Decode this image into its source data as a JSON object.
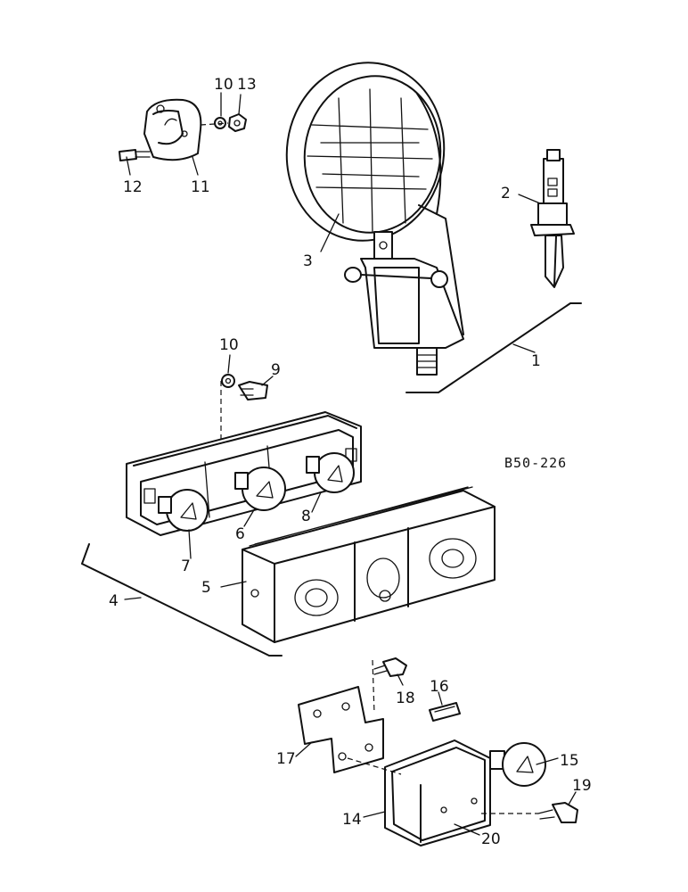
{
  "diagram_code": "B50-226",
  "callouts": {
    "c1": "1",
    "c2": "2",
    "c3": "3",
    "c4": "4",
    "c5": "5",
    "c6": "6",
    "c7": "7",
    "c8": "8",
    "c9": "9",
    "c10a": "10",
    "c10b": "10",
    "c11": "11",
    "c12": "12",
    "c13": "13",
    "c14": "14",
    "c15": "15",
    "c16": "16",
    "c17": "17",
    "c18": "18",
    "c19": "19",
    "c20": "20"
  }
}
